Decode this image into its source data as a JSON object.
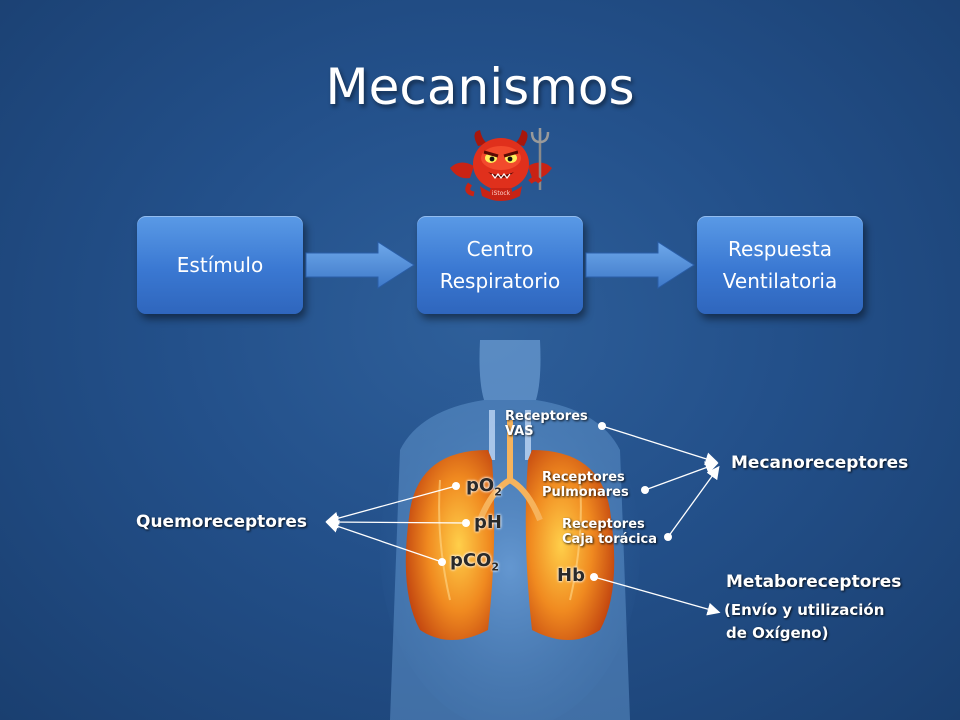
{
  "title": "Mecanismos",
  "flow": {
    "stimulus": "Estímulo",
    "center": "Centro\nRespiratorio",
    "response": "Respuesta\nVentilatoria"
  },
  "receptors": {
    "vas": "Receptores\nVAS",
    "pulmonary": "Receptores\nPulmonares",
    "thoracic": "Receptores\nCaja torácica",
    "mechano": "Mecanoreceptores",
    "chemo": "Quemoreceptores",
    "metabo": "Metaboreceptores",
    "metabo_note_1": "(Envío y utilización",
    "metabo_note_2": "de Oxígeno)"
  },
  "chem_vars": {
    "po2_base": "pO",
    "po2_sub": "2",
    "ph": "pH",
    "pco2_base": "pCO",
    "pco2_sub": "2",
    "hb": "Hb"
  },
  "colors": {
    "background": "#23508a",
    "box": "#3a78d2",
    "lung": "#e8741c",
    "connector": "#ffffff"
  },
  "icons": [
    "devil-clipart-icon",
    "torso-lungs-illustration"
  ]
}
